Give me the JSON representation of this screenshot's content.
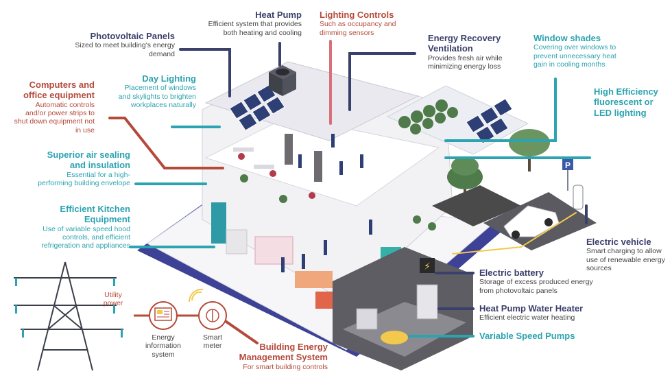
{
  "labels": {
    "photovoltaic": {
      "title": "Photovoltaic Panels",
      "desc": "Sized to meet building's energy demand"
    },
    "heat_pump": {
      "title": "Heat Pump",
      "desc": "Efficient system that provides both heating and cooling"
    },
    "lighting_controls": {
      "title": "Lighting Controls",
      "desc": "Such as occupancy and dimming sensors"
    },
    "erv": {
      "title": "Energy Recovery Ventilation",
      "desc": "Provides fresh air while minimizing energy loss"
    },
    "window_shades": {
      "title": "Window shades",
      "desc": "Covering over windows to prevent unnecessary heat gain in cooling months"
    },
    "computers": {
      "title": "Computers and office equipment",
      "desc": "Automatic controls and/or power strips to shut down equipment not in use"
    },
    "day_lighting": {
      "title": "Day Lighting",
      "desc": "Placement of windows and skylights to brighten workplaces naturally"
    },
    "high_efficiency": {
      "title": "High Efficiency fluorescent or LED lighting"
    },
    "air_sealing": {
      "title": "Superior air sealing and insulation",
      "desc": "Essential for a high-performing building envelope"
    },
    "kitchen": {
      "title": "Efficient Kitchen Equipment",
      "desc": "Use of variable speed hood controls, and efficient refrigeration and appliances"
    },
    "electric_vehicle": {
      "title": "Electric vehicle",
      "desc": "Smart charging to allow use of renewable energy sources"
    },
    "battery": {
      "title": "Electric battery",
      "desc": "Storage of excess produced energy from photovoltaic panels"
    },
    "hp_water_heater": {
      "title": "Heat Pump Water Heater",
      "desc": "Efficient electric water heating"
    },
    "pumps": {
      "title": "Variable Speed Pumps"
    },
    "bems": {
      "title": "Building Energy Management System",
      "desc": "For smart building controls"
    },
    "utility": {
      "title": "Utility power"
    },
    "eis": {
      "title": "Energy information system"
    },
    "smart_meter": {
      "title": "Smart meter"
    }
  },
  "colors": {
    "navy": "#3a3f6b",
    "red": "#b5493a",
    "teal": "#2ba3b0",
    "platform": "#3d4296"
  },
  "icons": [
    "heat-pump-icon",
    "solar-panel-icon",
    "tree-icon",
    "car-icon",
    "charger-icon",
    "transmission-tower-icon",
    "monitor-icon",
    "smart-meter-icon",
    "wifi-icon",
    "battery-icon"
  ]
}
